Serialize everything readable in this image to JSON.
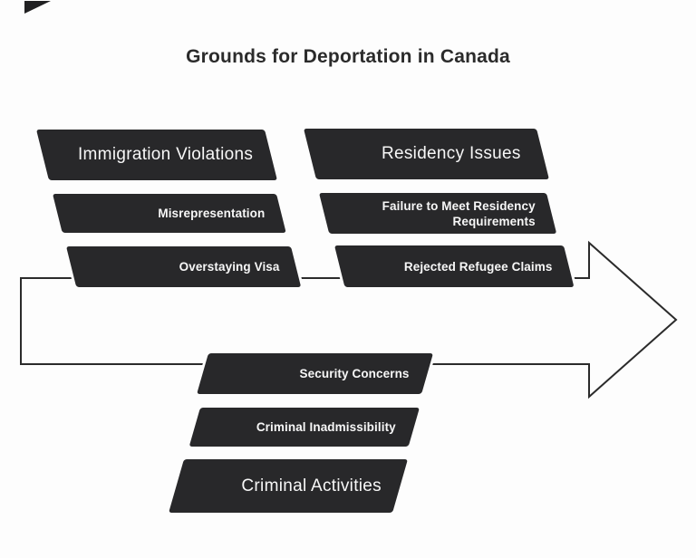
{
  "title": "Grounds for Deportation in Canada",
  "colors": {
    "background": "#fdfdfd",
    "banner": "#28282a",
    "banner_text": "#f7f7f7",
    "outline": "#2b2b2b",
    "title_text": "#2b2b2b"
  },
  "sections": {
    "immigration": {
      "header": "Immigration Violations",
      "items": {
        "misrepresentation": "Misrepresentation",
        "overstaying_visa": "Overstaying Visa"
      }
    },
    "residency": {
      "header": "Residency Issues",
      "items": {
        "failure_residency": "Failure to Meet Residency Requirements",
        "rejected_claims": "Rejected Refugee Claims"
      }
    },
    "criminal": {
      "header": "Criminal Activities",
      "items": {
        "security_concerns": "Security Concerns",
        "criminal_inadmissibility": "Criminal Inadmissibility"
      }
    }
  },
  "decorations": {
    "corner_icon": "corner-triangle",
    "flow_icon": "right-arrow-outline"
  }
}
